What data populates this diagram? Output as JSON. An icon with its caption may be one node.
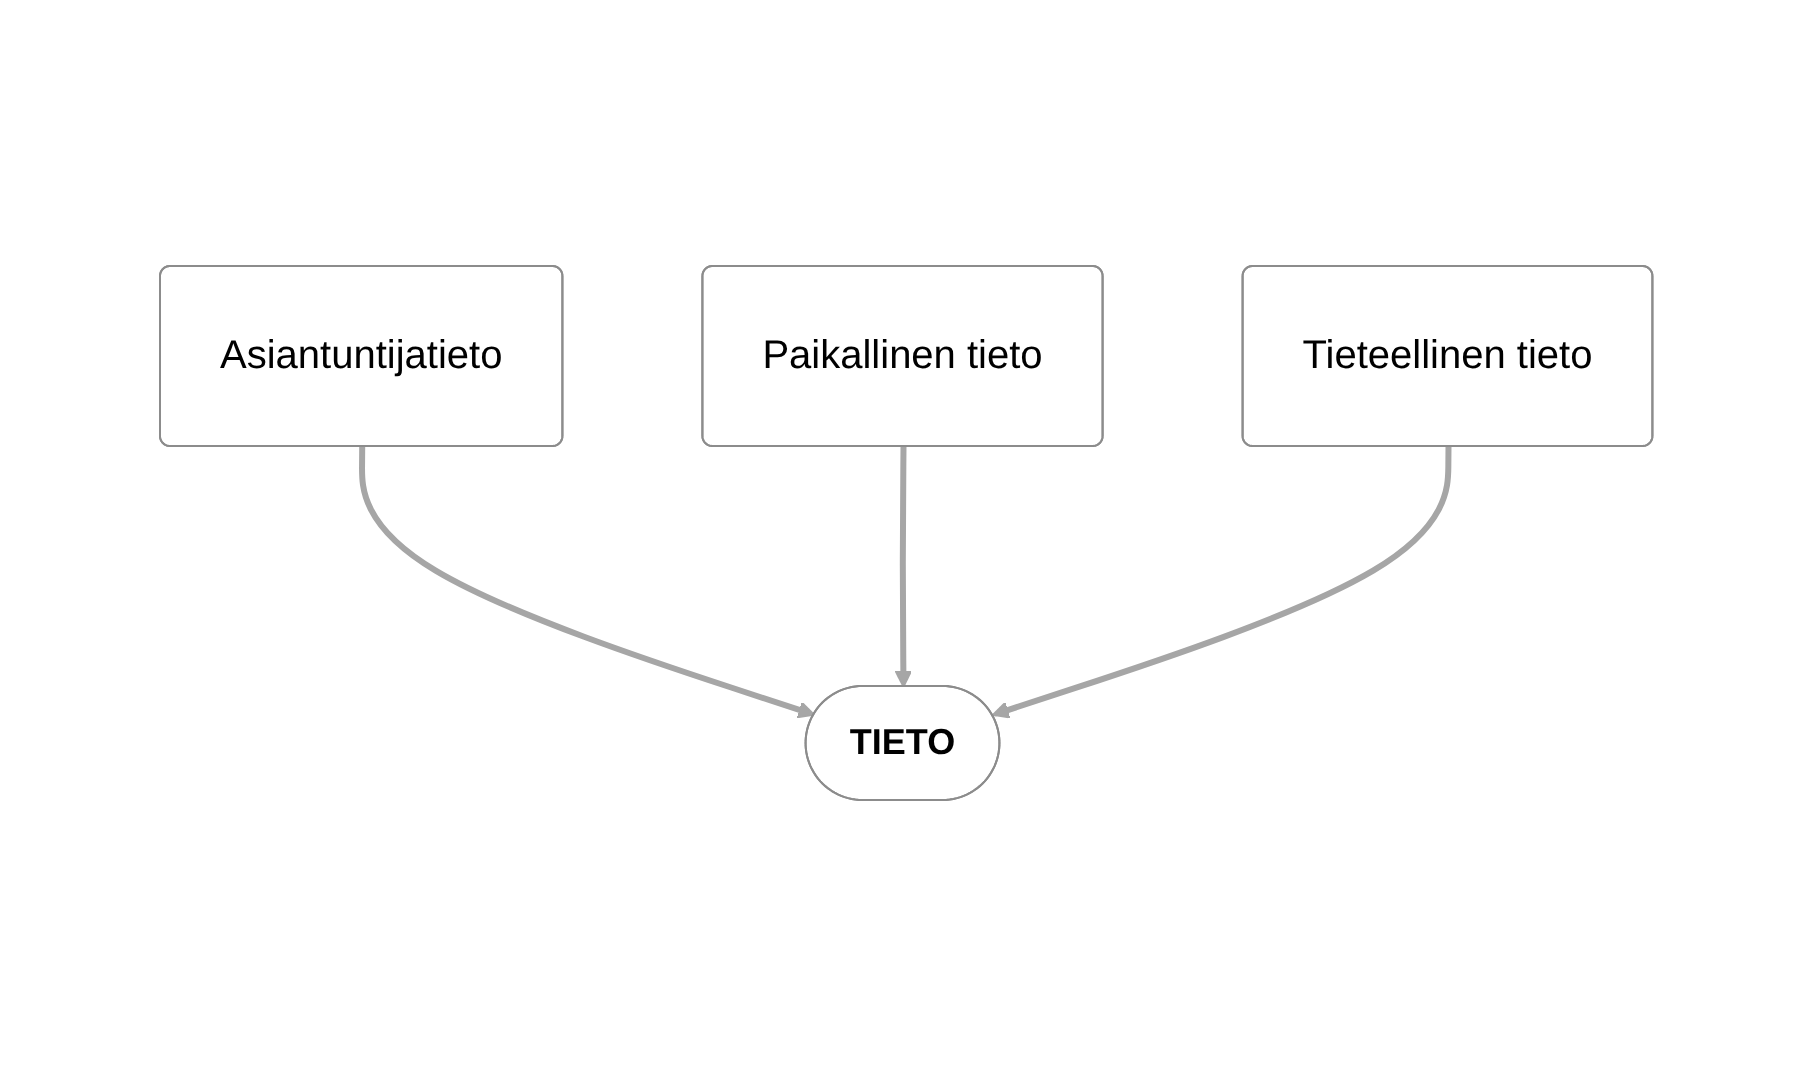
{
  "diagram": {
    "nodes": [
      {
        "text": [
          "Asiantuntijatieto"
        ]
      },
      {
        "text": [
          "Paikallinen tieto"
        ]
      },
      {
        "text": [
          "Tieteellinen tieto"
        ]
      },
      {
        "text": [
          "TIETO"
        ]
      }
    ],
    "edges": [
      {
        "from": 0,
        "to": 3,
        "arrow": "to"
      },
      {
        "from": 1,
        "to": 3,
        "arrow": "to"
      },
      {
        "from": 2,
        "to": 3,
        "arrow": "to"
      }
    ]
  }
}
